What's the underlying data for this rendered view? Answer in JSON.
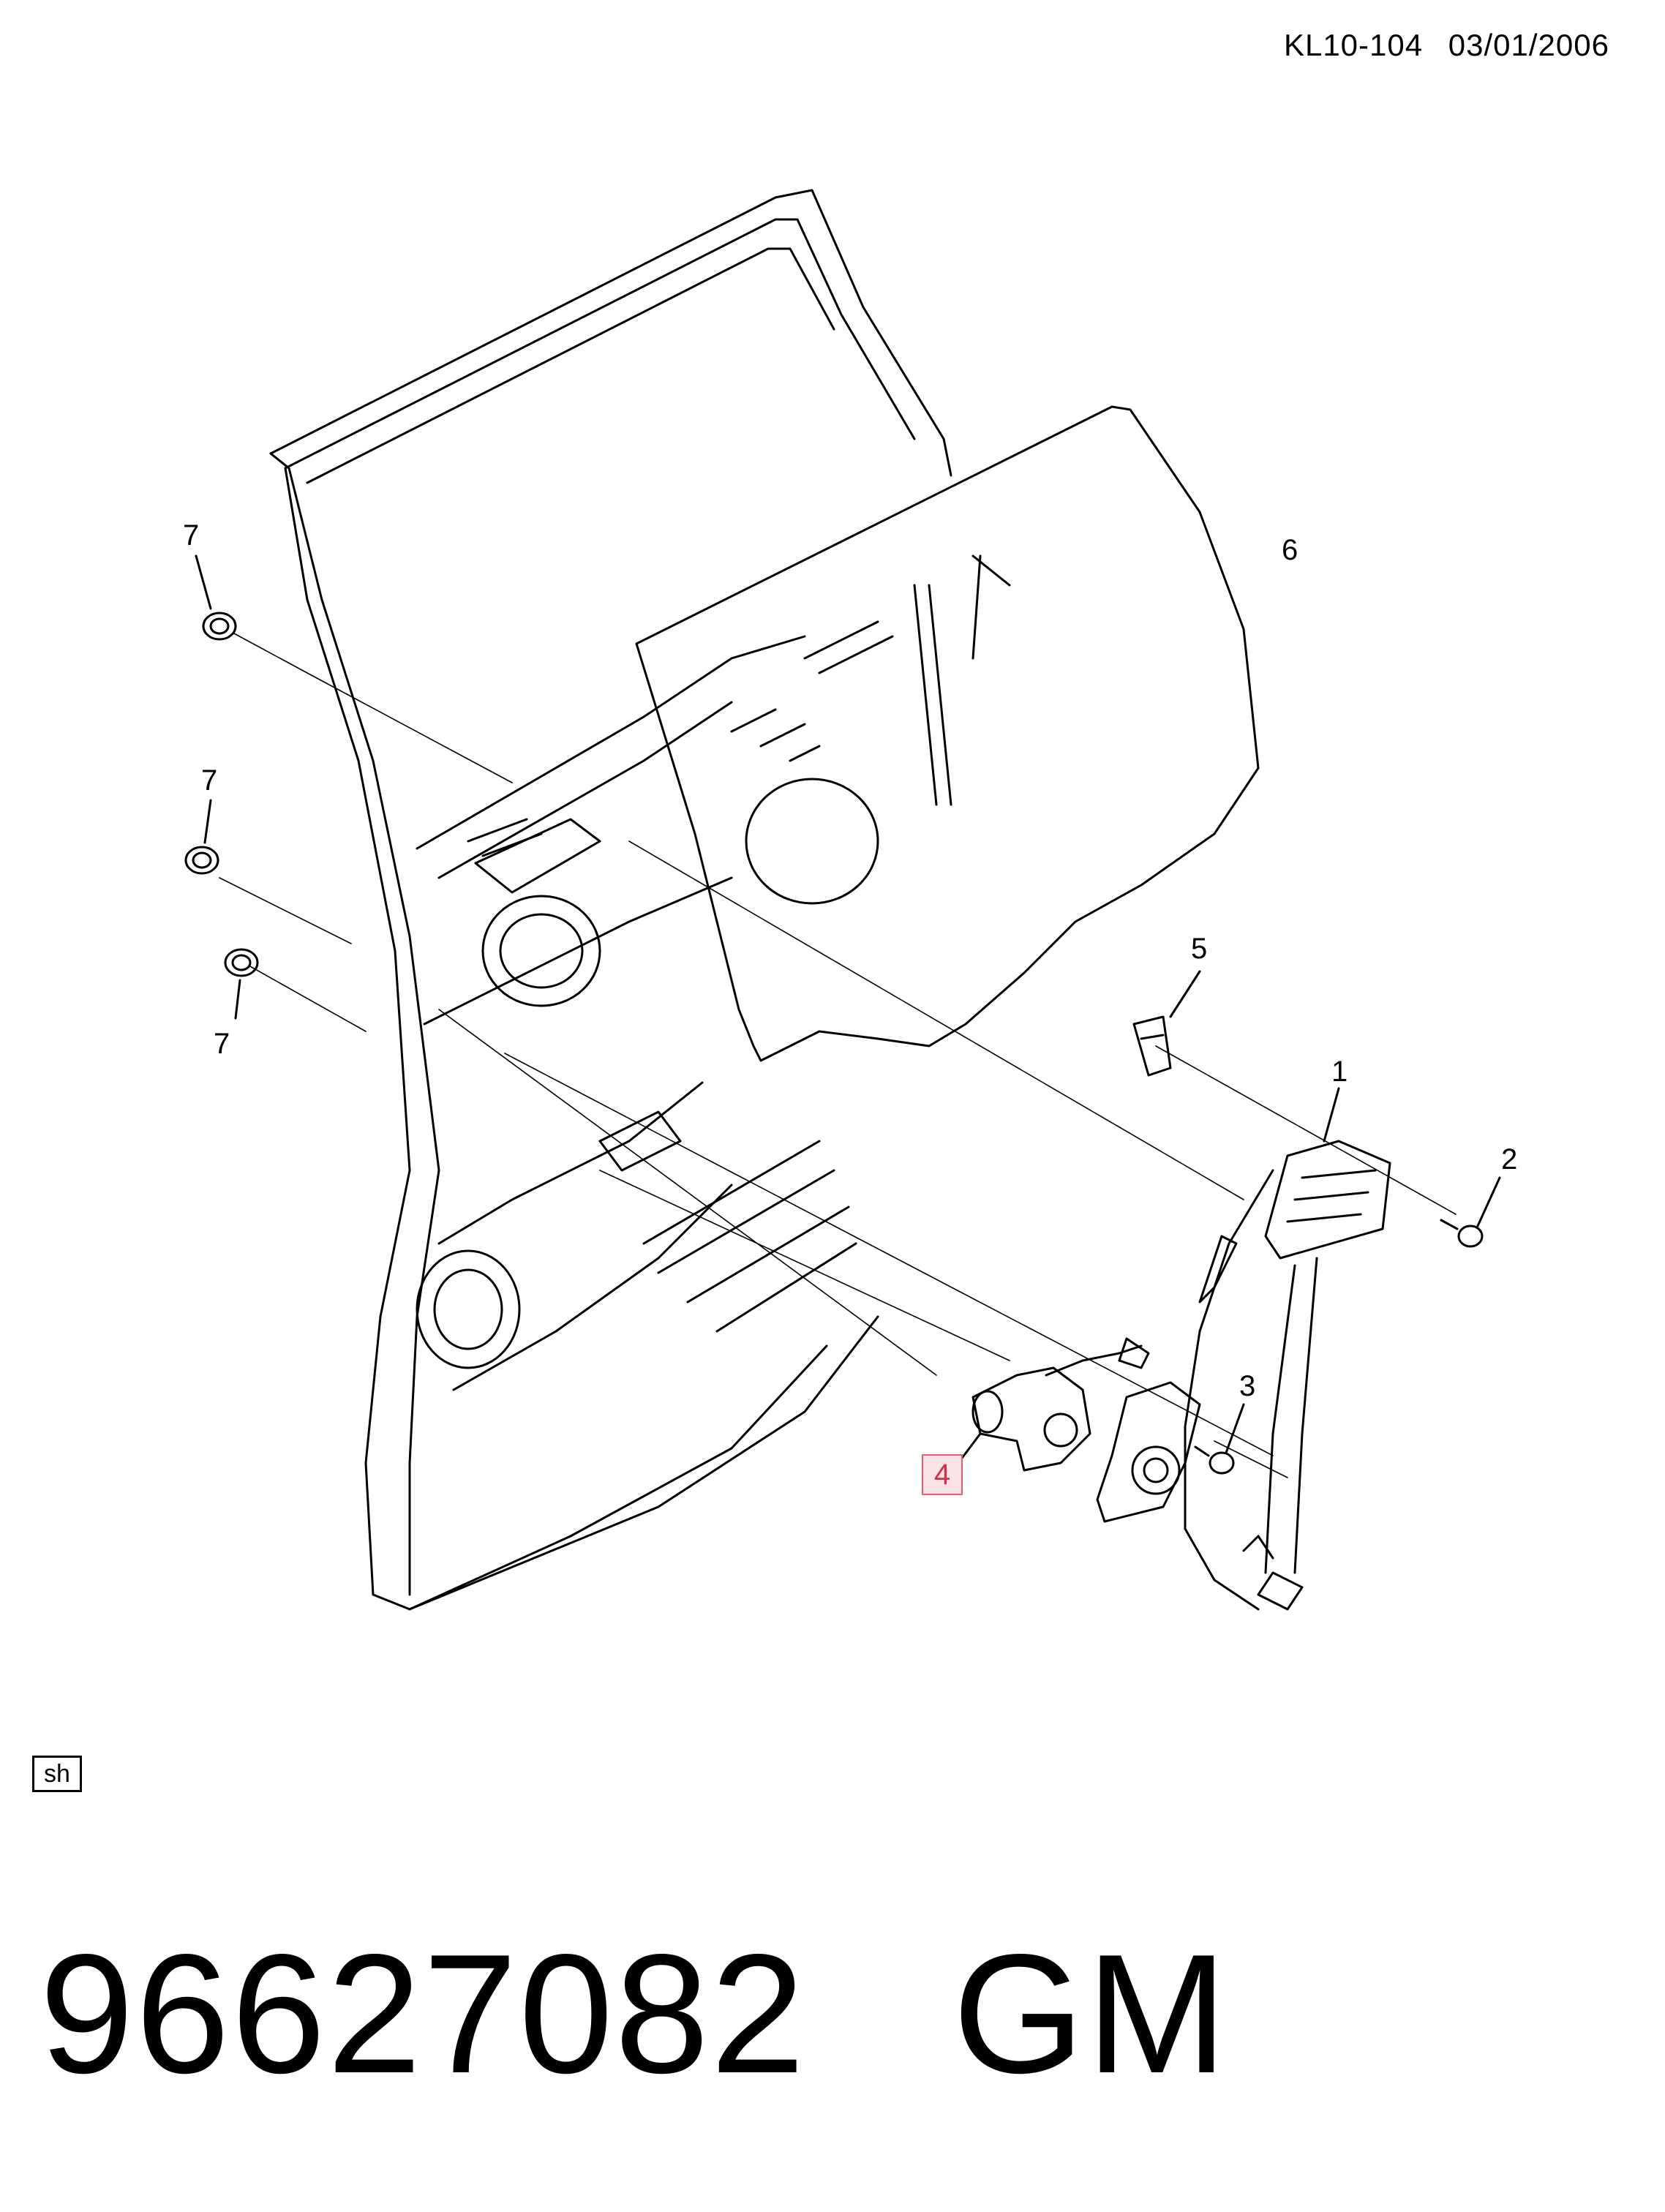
{
  "header": {
    "code": "KL10-104",
    "date": "03/01/2006"
  },
  "callouts": [
    "7",
    "7",
    "7",
    "6",
    "5",
    "1",
    "2",
    "3",
    "4"
  ],
  "highlighted_callout": "4",
  "highlight_color": "#d03048",
  "sh_label": "sh",
  "footer": {
    "part_number": "96627082",
    "brand": "GM"
  }
}
